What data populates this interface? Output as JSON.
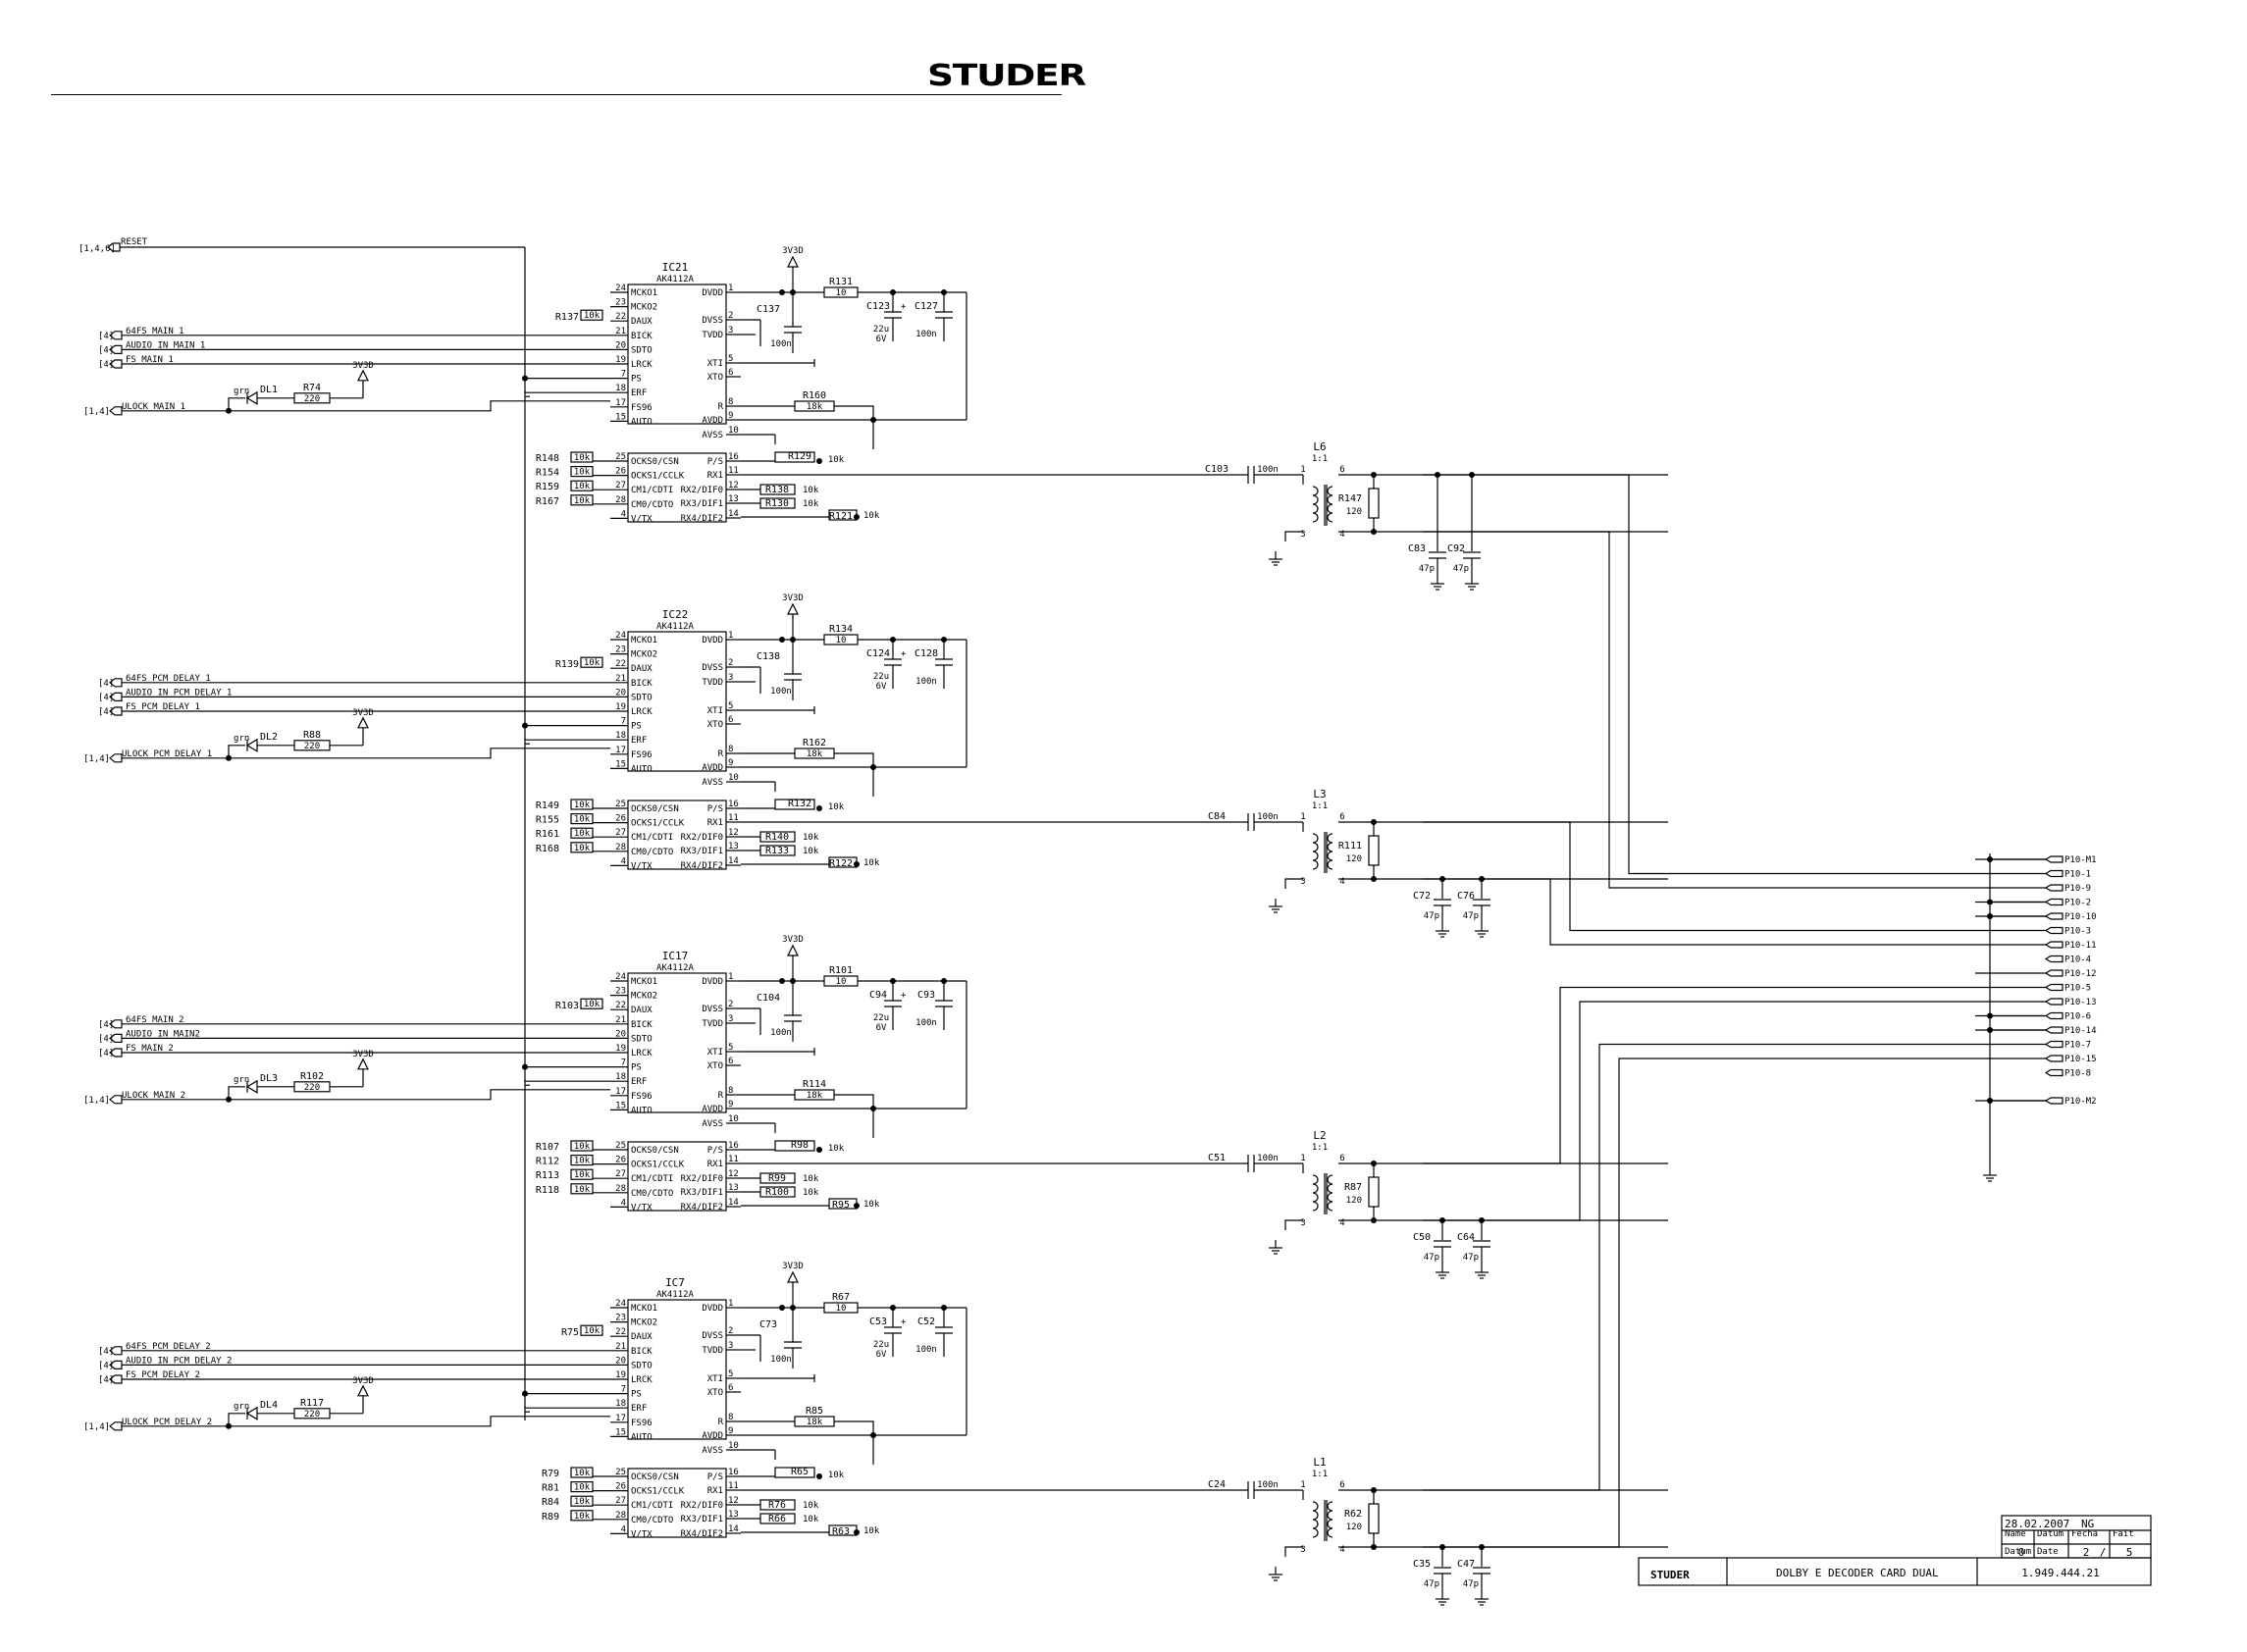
{
  "brand": "STUDER",
  "global_nets": {
    "reset": "RESET",
    "reset_ref": "[1,4,6]"
  },
  "ics": [
    {
      "ref": "IC21",
      "part": "AK4112A",
      "in_nets": [
        {
          "name": "64FS_MAIN_1",
          "ref": "[4]"
        },
        {
          "name": "AUDIO_IN_MAIN_1",
          "ref": "[4]"
        },
        {
          "name": "FS_MAIN_1",
          "ref": "[4]"
        }
      ],
      "ulock": {
        "name": "ULOCK_MAIN_1",
        "ref": "[1,4]"
      },
      "led": {
        "ref": "DL1",
        "color": "grn",
        "r": "R74",
        "rv": "220"
      },
      "bick_r": {
        "ref": "R137",
        "v": "10k"
      },
      "supply": "3V3D",
      "dvdd": {
        "r": "R131",
        "rv": "10",
        "c1": "C137",
        "c1v": "100n",
        "c2": "C123",
        "c2v": "22u",
        "c2v2": "6V",
        "c3": "C127",
        "c3v": "100n"
      },
      "avdd": {
        "r": "R160",
        "rv": "18k"
      },
      "ps_r": {
        "ref": "R129",
        "v": "10k"
      },
      "ocks": [
        {
          "ref": "R148",
          "v": "10k"
        },
        {
          "ref": "R154",
          "v": "10k"
        },
        {
          "ref": "R159",
          "v": "10k"
        },
        {
          "ref": "R167",
          "v": "10k"
        }
      ],
      "rx": [
        {
          "ref": "R138",
          "v": "10k"
        },
        {
          "ref": "R130",
          "v": "10k"
        },
        {
          "ref": "R121",
          "v": "10k"
        }
      ],
      "cin": {
        "ref": "C103",
        "v": "100n"
      },
      "xfmr": {
        "ref": "L6",
        "ratio": "1:1",
        "r": "R147",
        "rv": "120",
        "ca": "C83",
        "cb": "C92",
        "cv": "47p"
      }
    },
    {
      "ref": "IC22",
      "part": "AK4112A",
      "in_nets": [
        {
          "name": "64FS_PCM_DELAY_1",
          "ref": "[4]"
        },
        {
          "name": "AUDIO_IN_PCM_DELAY_1",
          "ref": "[4]"
        },
        {
          "name": "FS_PCM_DELAY_1",
          "ref": "[4]"
        }
      ],
      "ulock": {
        "name": "ULOCK_PCM_DELAY_1",
        "ref": "[1,4]"
      },
      "led": {
        "ref": "DL2",
        "color": "grn",
        "r": "R88",
        "rv": "220"
      },
      "bick_r": {
        "ref": "R139",
        "v": "10k"
      },
      "supply": "3V3D",
      "dvdd": {
        "r": "R134",
        "rv": "10",
        "c1": "C138",
        "c1v": "100n",
        "c2": "C124",
        "c2v": "22u",
        "c2v2": "6V",
        "c3": "C128",
        "c3v": "100n"
      },
      "avdd": {
        "r": "R162",
        "rv": "18k"
      },
      "ps_r": {
        "ref": "R132",
        "v": "10k"
      },
      "ocks": [
        {
          "ref": "R149",
          "v": "10k"
        },
        {
          "ref": "R155",
          "v": "10k"
        },
        {
          "ref": "R161",
          "v": "10k"
        },
        {
          "ref": "R168",
          "v": "10k"
        }
      ],
      "rx": [
        {
          "ref": "R140",
          "v": "10k"
        },
        {
          "ref": "R133",
          "v": "10k"
        },
        {
          "ref": "R122",
          "v": "10k"
        }
      ],
      "cin": {
        "ref": "C84",
        "v": "100n"
      },
      "xfmr": {
        "ref": "L3",
        "ratio": "1:1",
        "r": "R111",
        "rv": "120",
        "ca": "C72",
        "cb": "C76",
        "cv": "47p"
      }
    },
    {
      "ref": "IC17",
      "part": "AK4112A",
      "in_nets": [
        {
          "name": "64FS_MAIN_2",
          "ref": "[4]"
        },
        {
          "name": "AUDIO_IN_MAIN2",
          "ref": "[4]"
        },
        {
          "name": "FS_MAIN_2",
          "ref": "[4]"
        }
      ],
      "ulock": {
        "name": "ULOCK_MAIN_2",
        "ref": "[1,4]"
      },
      "led": {
        "ref": "DL3",
        "color": "grn",
        "r": "R102",
        "rv": "220"
      },
      "bick_r": {
        "ref": "R103",
        "v": "10k"
      },
      "supply": "3V3D",
      "dvdd": {
        "r": "R101",
        "rv": "10",
        "c1": "C104",
        "c1v": "100n",
        "c2": "C94",
        "c2v": "22u",
        "c2v2": "6V",
        "c3": "C93",
        "c3v": "100n"
      },
      "avdd": {
        "r": "R114",
        "rv": "18k"
      },
      "ps_r": {
        "ref": "R98",
        "v": "10k"
      },
      "ocks": [
        {
          "ref": "R107",
          "v": "10k"
        },
        {
          "ref": "R112",
          "v": "10k"
        },
        {
          "ref": "R113",
          "v": "10k"
        },
        {
          "ref": "R118",
          "v": "10k"
        }
      ],
      "rx": [
        {
          "ref": "R99",
          "v": "10k"
        },
        {
          "ref": "R100",
          "v": "10k"
        },
        {
          "ref": "R95",
          "v": "10k"
        }
      ],
      "cin": {
        "ref": "C51",
        "v": "100n"
      },
      "xfmr": {
        "ref": "L2",
        "ratio": "1:1",
        "r": "R87",
        "rv": "120",
        "ca": "C50",
        "cb": "C64",
        "cv": "47p"
      }
    },
    {
      "ref": "IC7",
      "part": "AK4112A",
      "in_nets": [
        {
          "name": "64FS_PCM_DELAY_2",
          "ref": "[4]"
        },
        {
          "name": "AUDIO_IN_PCM_DELAY_2",
          "ref": "[4]"
        },
        {
          "name": "FS_PCM_DELAY_2",
          "ref": "[4]"
        }
      ],
      "ulock": {
        "name": "ULOCK_PCM_DELAY_2",
        "ref": "[1,4]"
      },
      "led": {
        "ref": "DL4",
        "color": "grn",
        "r": "R117",
        "rv": "220"
      },
      "bick_r": {
        "ref": "R75",
        "v": "10k"
      },
      "supply": "3V3D",
      "dvdd": {
        "r": "R67",
        "rv": "10",
        "c1": "C73",
        "c1v": "100n",
        "c2": "C53",
        "c2v": "22u",
        "c2v2": "6V",
        "c3": "C52",
        "c3v": "100n"
      },
      "avdd": {
        "r": "R85",
        "rv": "18k"
      },
      "ps_r": {
        "ref": "R65",
        "v": "10k"
      },
      "ocks": [
        {
          "ref": "R79",
          "v": "10k"
        },
        {
          "ref": "R81",
          "v": "10k"
        },
        {
          "ref": "R84",
          "v": "10k"
        },
        {
          "ref": "R89",
          "v": "10k"
        }
      ],
      "rx": [
        {
          "ref": "R76",
          "v": "10k"
        },
        {
          "ref": "R66",
          "v": "10k"
        },
        {
          "ref": "R63",
          "v": "10k"
        }
      ],
      "cin": {
        "ref": "C24",
        "v": "100n"
      },
      "xfmr": {
        "ref": "L1",
        "ratio": "1:1",
        "r": "R62",
        "rv": "120",
        "ca": "C35",
        "cb": "C47",
        "cv": "47p"
      }
    }
  ],
  "pins_left": [
    {
      "n": "24",
      "s": "MCKO1"
    },
    {
      "n": "23",
      "s": "MCKO2"
    },
    {
      "n": "22",
      "s": "DAUX"
    },
    {
      "n": "21",
      "s": "BICK"
    },
    {
      "n": "20",
      "s": "SDTO"
    },
    {
      "n": "19",
      "s": "LRCK"
    },
    {
      "n": "7",
      "s": "PS"
    },
    {
      "n": "18",
      "s": "ERF"
    },
    {
      "n": "17",
      "s": "FS96"
    },
    {
      "n": "15",
      "s": "AUTO"
    },
    {
      "n": "25",
      "s": "OCKS0/CSN"
    },
    {
      "n": "26",
      "s": "OCKS1/CCLK"
    },
    {
      "n": "27",
      "s": "CM1/CDTI"
    },
    {
      "n": "28",
      "s": "CM0/CDTO"
    },
    {
      "n": "4",
      "s": "V/TX"
    }
  ],
  "pins_right": [
    {
      "n": "1",
      "s": "DVDD"
    },
    {
      "n": "2",
      "s": "DVSS"
    },
    {
      "n": "3",
      "s": "TVDD"
    },
    {
      "n": "5",
      "s": "XTI"
    },
    {
      "n": "6",
      "s": "XTO"
    },
    {
      "n": "8",
      "s": "R"
    },
    {
      "n": "9",
      "s": "AVDD"
    },
    {
      "n": "10",
      "s": "AVSS"
    },
    {
      "n": "16",
      "s": "P/S"
    },
    {
      "n": "11",
      "s": "RX1"
    },
    {
      "n": "12",
      "s": "RX2/DIF0"
    },
    {
      "n": "13",
      "s": "RX3/DIF1"
    },
    {
      "n": "14",
      "s": "RX4/DIF2"
    }
  ],
  "connector": [
    "P10-M1",
    "P10-1",
    "P10-9",
    "P10-2",
    "P10-10",
    "P10-3",
    "P10-11",
    "P10-4",
    "P10-12",
    "P10-5",
    "P10-13",
    "P10-6",
    "P10-14",
    "P10-7",
    "P10-15",
    "P10-8",
    "P10-M2"
  ],
  "title_block": {
    "date": "28.02.2007",
    "initials": "NG",
    "labels": [
      "Name",
      "Datum",
      "Fecha",
      "Fait",
      "Datum",
      "Date"
    ],
    "index": "0",
    "page": "2",
    "of": "/",
    "pages": "5",
    "logo": "STUDER",
    "title": "DOLBY E DECODER CARD DUAL",
    "number": "1.949.444.21"
  }
}
